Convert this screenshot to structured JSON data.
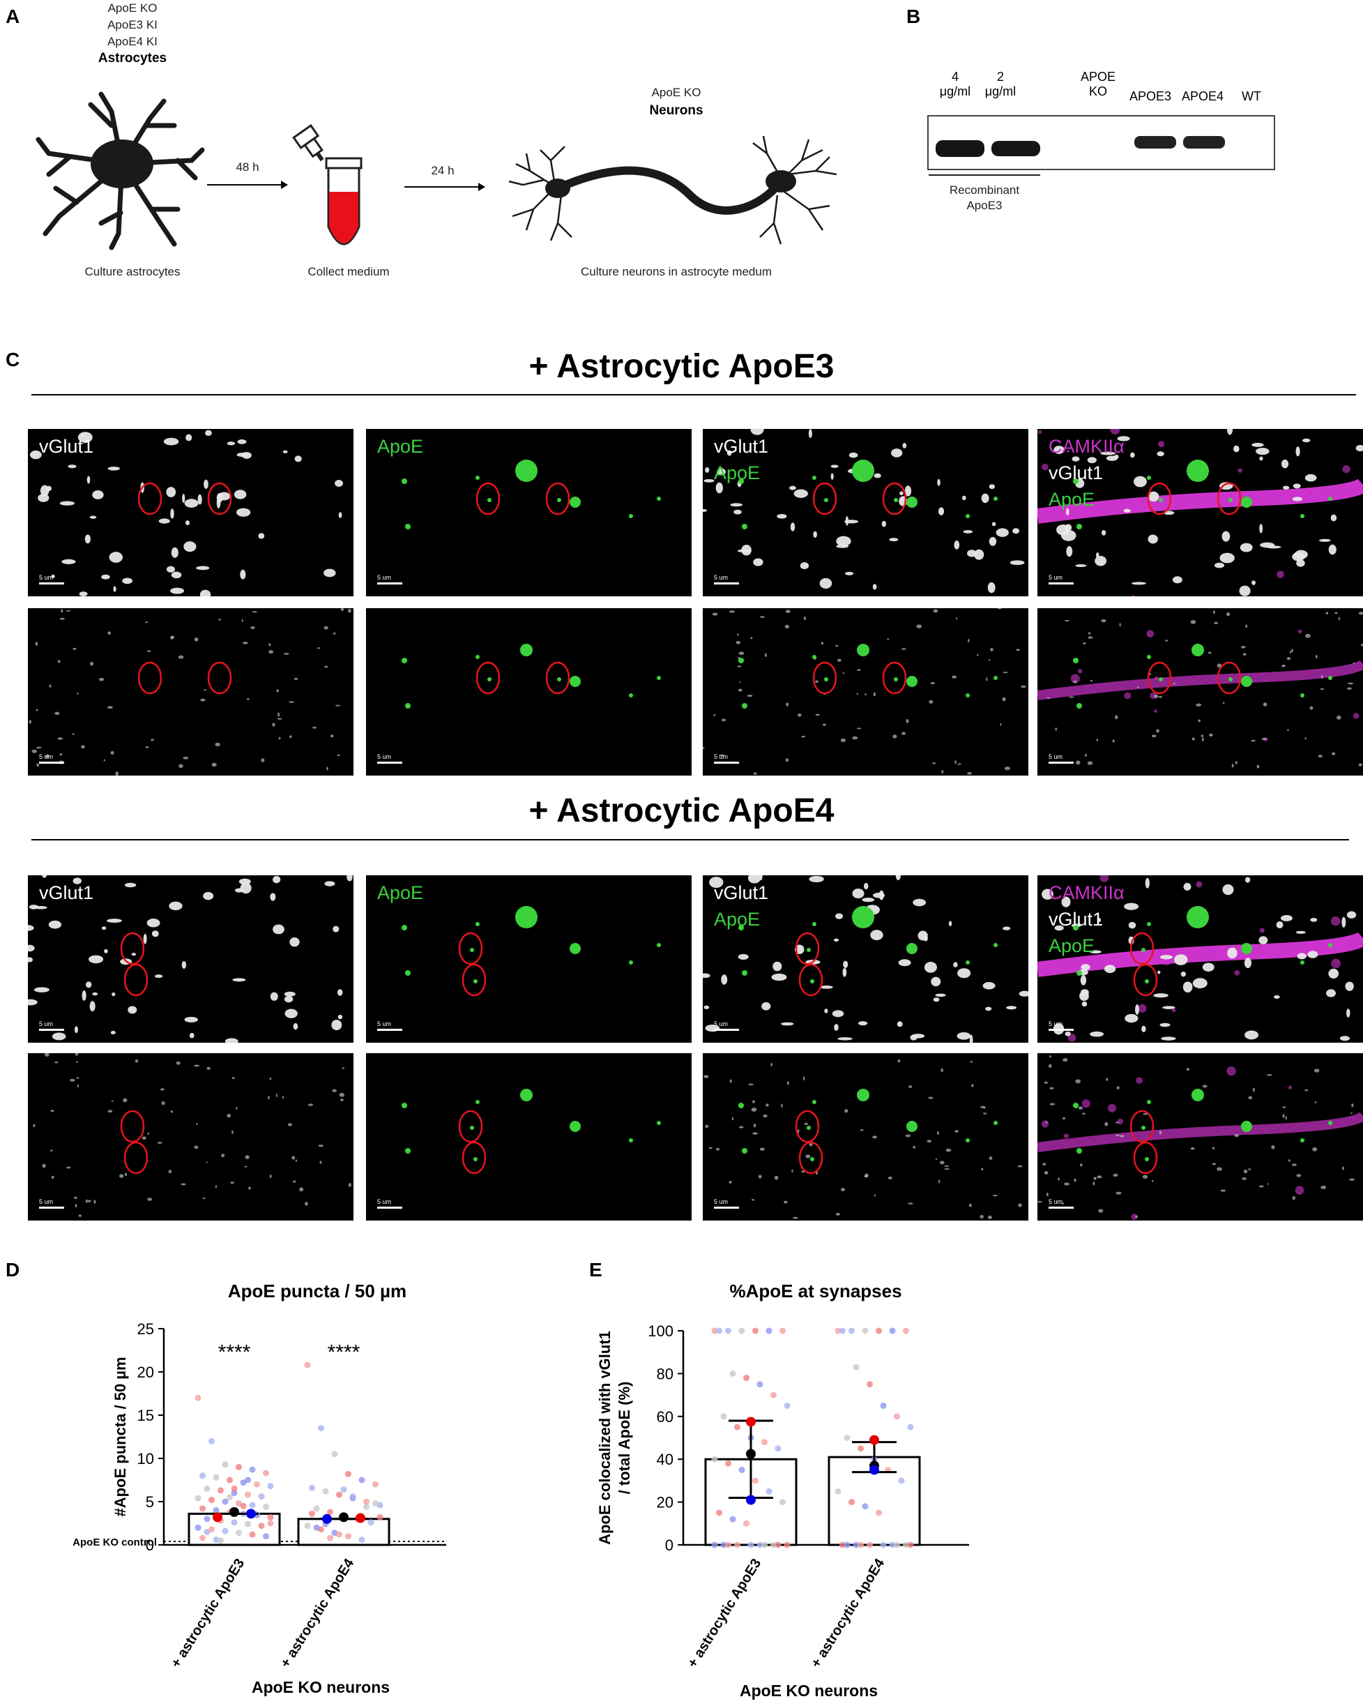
{
  "panels": {
    "A": "A",
    "B": "B",
    "C": "C",
    "D": "D",
    "E": "E"
  },
  "panelA": {
    "astro_lines": [
      "ApoE KO",
      "ApoE3 KI",
      "ApoE4 KI"
    ],
    "astro_bold": "Astrocytes",
    "arrow1": "48 h",
    "arrow2": "24 h",
    "neuron_line": "ApoE KO",
    "neuron_bold": "Neurons",
    "cap1": "Culture astrocytes",
    "cap2": "Collect medium",
    "cap3": "Culture neurons in astrocyte medum"
  },
  "panelB": {
    "lane_labels": [
      "4\nμg/ml",
      "2\nμg/ml",
      "APOE\nKO",
      "APOE3",
      "APOE4",
      "WT"
    ],
    "bracket_label": "Recombinant\nApoE3"
  },
  "panelC": {
    "section1": "+ Astrocytic ApoE3",
    "section2": "+ Astrocytic ApoE4",
    "lbl_vglut1": "vGlut1",
    "lbl_apoe": "ApoE",
    "lbl_camk": "CAMKIIα",
    "scale": "5 um"
  },
  "colors": {
    "green": "#3cd23c",
    "magenta": "#cc33cc",
    "circle": "#e8141e",
    "white": "#e8e8e8"
  },
  "chart_data": [
    {
      "type": "bar",
      "title": "ApoE puncta / 50 µm",
      "ylabel": "#ApoE puncta / 50 µm",
      "xlabel": "ApoE KO neurons",
      "categories": [
        "+ astrocytic ApoE3",
        "+ astrocytic ApoE4"
      ],
      "values": [
        3.6,
        3.0
      ],
      "ylim": [
        0,
        25
      ],
      "yticks": [
        "0",
        "5",
        "10",
        "15",
        "20",
        "25"
      ],
      "significance": [
        "****",
        "****"
      ],
      "reference_label": "ApoE KO control",
      "reference_value": 0.4,
      "means": [
        {
          "cat": 0,
          "values": [
            3.2,
            3.8,
            3.6
          ],
          "colors": [
            "#e60000",
            "#000000",
            "#0000e0"
          ]
        },
        {
          "cat": 1,
          "values": [
            3.0,
            3.2,
            3.1
          ],
          "colors": [
            "#0000e0",
            "#000000",
            "#e60000"
          ]
        }
      ],
      "points": [
        [
          17,
          12,
          9.3,
          9,
          8.7,
          8.3,
          8,
          7.8,
          7.5,
          7.2,
          7,
          6.8,
          6.5,
          6.3,
          6,
          5.8,
          5.6,
          5.4,
          5.2,
          5,
          4.8,
          4.6,
          4.4,
          4.2,
          4,
          3.8,
          3.6,
          3.4,
          3.2,
          3,
          2.8,
          2.6,
          2.4,
          2.2,
          2,
          1.8,
          1.6,
          1.4,
          1.2,
          1,
          0.8,
          0.6,
          5.5,
          4.5,
          3.5,
          2.5,
          1.5,
          0.5,
          6.5,
          7.5
        ],
        [
          20.8,
          13.5,
          10.5,
          8.2,
          7.5,
          7,
          6.6,
          6.2,
          5.8,
          5.4,
          5,
          4.6,
          4.2,
          3.8,
          3.4,
          3,
          2.6,
          2.2,
          1.8,
          1.4,
          1,
          0.6,
          4.8,
          3.6,
          2.4,
          1.2,
          5.6,
          4.4,
          3.2,
          2,
          0.8,
          6.4
        ]
      ]
    },
    {
      "type": "bar",
      "title": "%ApoE at synapses",
      "ylabel": "ApoE colocalized with vGlut1\n/ total ApoE (%)",
      "xlabel": "ApoE KO neurons",
      "categories": [
        "+ astrocytic ApoE3",
        "+ astrocytic ApoE4"
      ],
      "values": [
        40,
        41
      ],
      "ylim": [
        0,
        100
      ],
      "yticks": [
        "0",
        "20",
        "40",
        "60",
        "80",
        "100"
      ],
      "error_bars": [
        [
          22,
          58
        ],
        [
          34,
          48
        ]
      ],
      "means": [
        {
          "cat": 0,
          "values": [
            57.5,
            42.5,
            21
          ],
          "colors": [
            "#e60000",
            "#000000",
            "#0000e0"
          ]
        },
        {
          "cat": 1,
          "values": [
            49,
            37,
            35
          ],
          "colors": [
            "#e60000",
            "#000000",
            "#0000e0"
          ]
        }
      ],
      "points": [
        [
          100,
          100,
          100,
          100,
          100,
          100,
          100,
          80,
          78,
          75,
          70,
          65,
          60,
          55,
          50,
          48,
          45,
          40,
          38,
          35,
          30,
          25,
          20,
          15,
          12,
          10,
          0,
          0,
          0,
          0,
          0,
          0,
          0,
          0,
          0,
          0
        ],
        [
          100,
          100,
          100,
          100,
          100,
          100,
          100,
          83,
          75,
          65,
          60,
          55,
          50,
          45,
          40,
          35,
          30,
          25,
          20,
          18,
          15,
          0,
          0,
          0,
          0,
          0,
          0,
          0,
          0,
          0,
          0
        ]
      ]
    }
  ]
}
